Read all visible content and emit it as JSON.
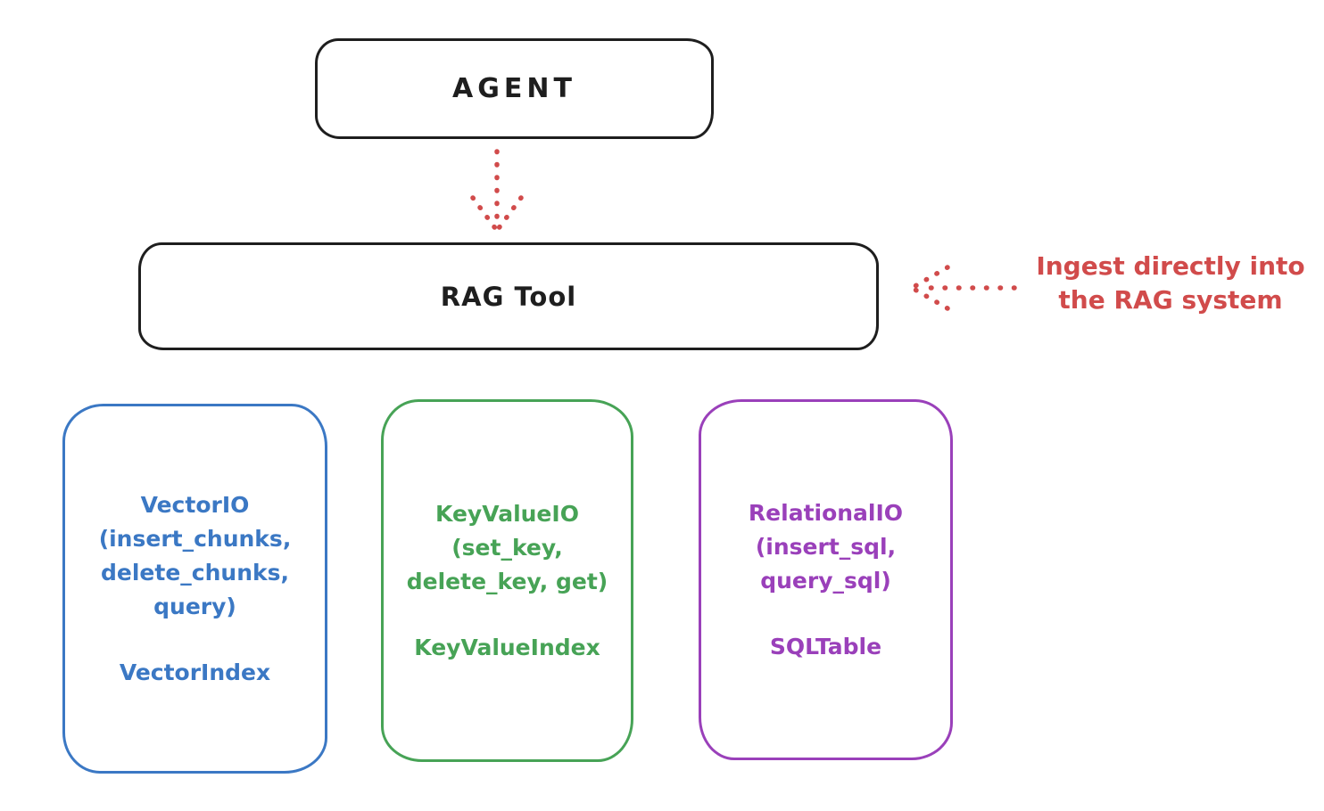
{
  "nodes": {
    "agent": {
      "label": "AGENT"
    },
    "rag_tool": {
      "label": "RAG Tool"
    }
  },
  "annotation": {
    "text": "Ingest directly into\nthe RAG system"
  },
  "io_boxes": [
    {
      "name": "vector-io",
      "interface": "VectorIO\n(insert_chunks,\ndelete_chunks,\nquery)",
      "index": "VectorIndex",
      "color": "#3b78c4"
    },
    {
      "name": "keyvalue-io",
      "interface": "KeyValueIO\n(set_key,\ndelete_key, get)",
      "index": "KeyValueIndex",
      "color": "#47a356"
    },
    {
      "name": "relational-io",
      "interface": "RelationalIO\n(insert_sql,\nquery_sql)",
      "index": "SQLTable",
      "color": "#9a40ba"
    }
  ],
  "colors": {
    "ink": "#1e1e1e",
    "red": "#d14b4b"
  }
}
